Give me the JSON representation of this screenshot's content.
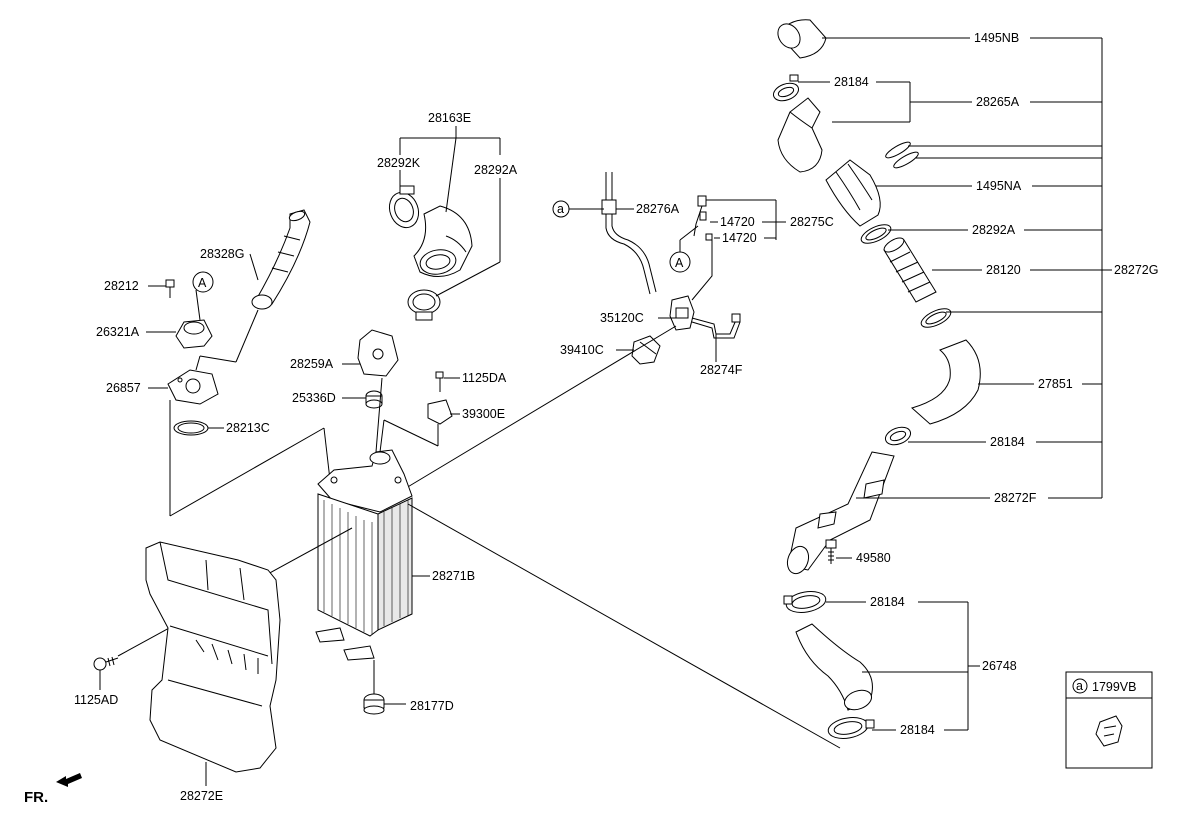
{
  "labels": {
    "p1495NB": "1495NB",
    "p28184_a": "28184",
    "p28265A": "28265A",
    "p1495NA": "1495NA",
    "p28292A_r": "28292A",
    "p28120": "28120",
    "p28272G": "28272G",
    "p27851": "27851",
    "p28184_b": "28184",
    "p28272F": "28272F",
    "p49580": "49580",
    "p28184_c": "28184",
    "p26748": "26748",
    "p28184_d": "28184",
    "p28163E": "28163E",
    "p28292K": "28292K",
    "p28292A_m": "28292A",
    "p28276A": "28276A",
    "p14720_a": "14720",
    "p28275C": "28275C",
    "p14720_b": "14720",
    "p35120C": "35120C",
    "p39410C": "39410C",
    "p28274F": "28274F",
    "p28328G": "28328G",
    "p28212": "28212",
    "p26321A": "26321A",
    "p26857": "26857",
    "p28213C": "28213C",
    "p28259A": "28259A",
    "p25336D": "25336D",
    "p1125DA": "1125DA",
    "p39300E": "39300E",
    "p28271B": "28271B",
    "p28177D": "28177D",
    "p1125AD": "1125AD",
    "p28272E": "28272E",
    "p1799VB": "1799VB"
  },
  "markers": {
    "ref_a_circle": "a",
    "ref_a_inset": "a",
    "ref_A_left": "A",
    "ref_A_mid": "A"
  },
  "orientation": "FR."
}
